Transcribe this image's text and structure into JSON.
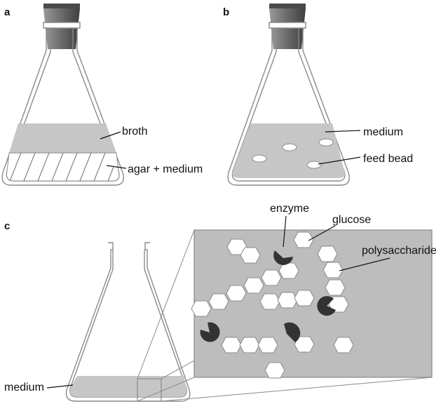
{
  "panels": {
    "a": {
      "letter": "a",
      "labels": {
        "broth": "broth",
        "agar_medium": "agar + medium"
      }
    },
    "b": {
      "letter": "b",
      "labels": {
        "medium": "medium",
        "feed_bead": "feed bead"
      }
    },
    "c": {
      "letter": "c",
      "labels": {
        "enzyme": "enzyme",
        "glucose": "glucose",
        "polysaccharide": "polysaccharide",
        "medium": "medium"
      }
    }
  },
  "colors": {
    "flask_outline": "#8a8a8a",
    "stopper_light": "#8f8f8f",
    "stopper_dark": "#4a4a4a",
    "liquid": "#c6c6c6",
    "zoom_bg": "#bdbdbd",
    "enzyme": "#333333",
    "hexagon": "#ffffff"
  }
}
